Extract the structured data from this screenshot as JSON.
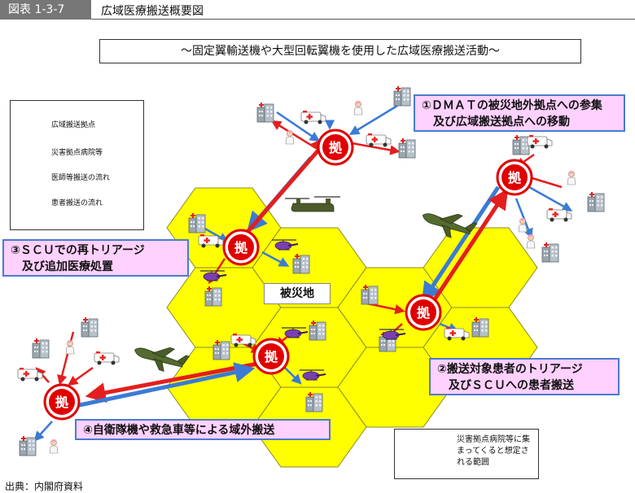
{
  "header": {
    "figure_number": "図表 1-3-7",
    "title": "広域医療搬送概要図"
  },
  "subtitle": "〜固定翼輸送機や大型回転翼機を使用した広域医療搬送活動〜",
  "legend": {
    "items": [
      {
        "icon": "base-icon",
        "label": "広域搬送拠点"
      },
      {
        "icon": "hospital-icon",
        "label": "災害拠点病院等"
      },
      {
        "icon": "blue-arrow-icon",
        "label": "医師等搬送の流れ"
      },
      {
        "icon": "red-arrow-icon",
        "label": "患者搬送の流れ"
      }
    ]
  },
  "base_glyph": "拠",
  "center_label": "被災地",
  "callouts": {
    "c1_line1": "①ＤＭＡＴの被災地外拠点への参集",
    "c1_line2": "　及び広域搬送拠点への移動",
    "c2_line1": "②搬送対象患者のトリアージ",
    "c2_line2": "　及びＳＣＵへの患者搬送",
    "c3_line1": "③ＳＣＵでの再トリアージ",
    "c3_line2": "　及び追加医療処置",
    "c4": "④自衛隊機や救急車等による域外搬送"
  },
  "area_legend": "災害拠点病院等に集まってくると想定される範囲",
  "source": "出典：内閣府資料",
  "colors": {
    "hex_fill": "#ffff00",
    "base_red": "#e00000",
    "blue_arrow": "#3a7bd5",
    "red_arrow": "#e41e1e",
    "callout_fill": "#ffd1ff",
    "callout_border": "#4a7bd0"
  }
}
